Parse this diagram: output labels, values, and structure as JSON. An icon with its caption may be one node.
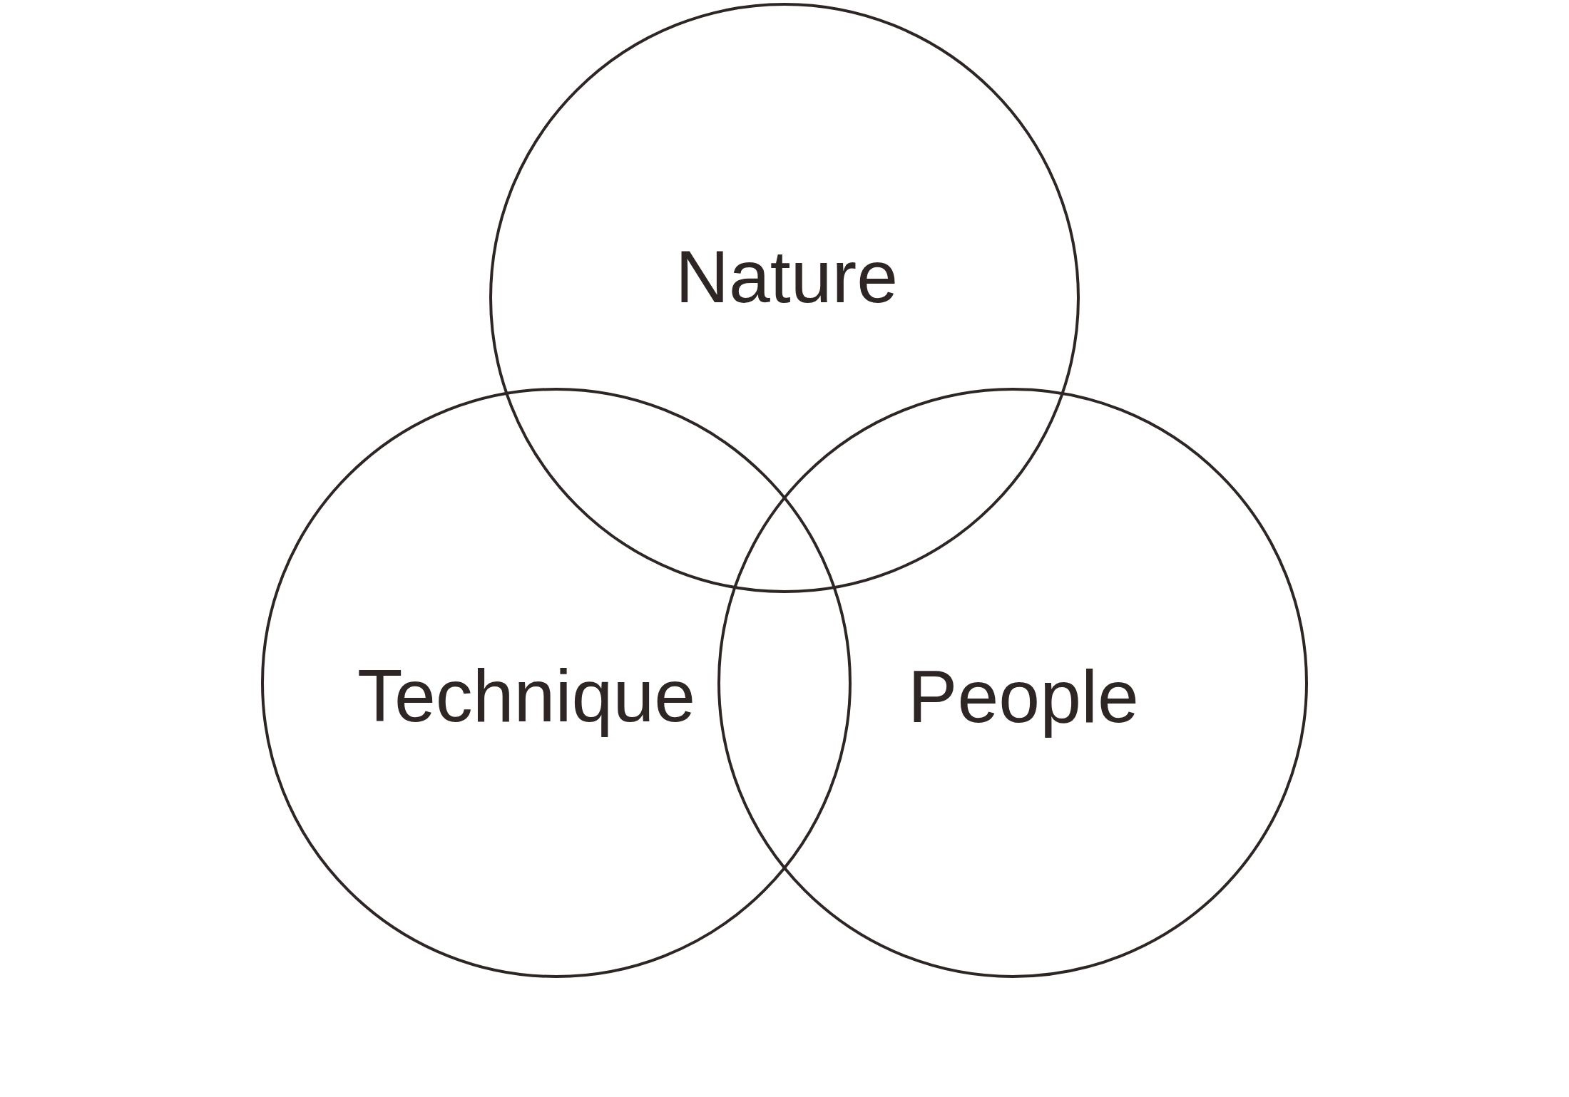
{
  "diagram": {
    "nodes": [
      {
        "text": [
          "Nature"
        ]
      },
      {
        "text": [
          "Technique"
        ]
      },
      {
        "text": [
          "People"
        ]
      }
    ]
  }
}
